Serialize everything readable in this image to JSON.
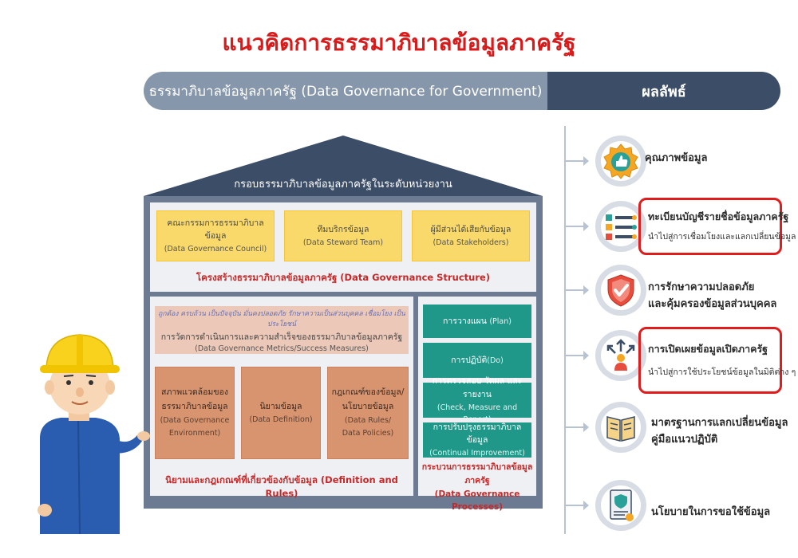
{
  "title": "แนวคิดการธรรมาภิบาลข้อมูลภาครัฐ",
  "header": {
    "left": "ธรรมาภิบาลข้อมูลภาครัฐ (Data Governance for Government)",
    "right": "ผลลัพธ์"
  },
  "house": {
    "roof": "กรอบธรรมาภิบาลข้อมูลภาครัฐในระดับหน่วยงาน",
    "structure": {
      "boxes": [
        {
          "th": "คณะกรรมการธรรมาภิบาลข้อมูล",
          "en": "(Data Governance Council)"
        },
        {
          "th": "ทีมบริกรข้อมูล",
          "en": "(Data Steward Team)"
        },
        {
          "th": "ผู้มีส่วนได้เสียกับข้อมูล",
          "en": "(Data Stakeholders)"
        }
      ],
      "caption": "โครงสร้างธรรมาภิบาลข้อมูลภาครัฐ (Data Governance Structure)"
    },
    "metrics": {
      "italic": "ถูกต้อง  ครบถ้วน  เป็นปัจจุบัน  มั่นคงปลอดภัย  รักษาความเป็นส่วนบุคคล  เชื่อมโยง  เป็นประโยชน์",
      "th": "การวัดการดำเนินการและความสำเร็จของธรรมาภิบาลข้อมูลภาครัฐ",
      "en": "(Data Governance Metrics/Success Measures)"
    },
    "definitions": {
      "boxes": [
        {
          "th1": "สภาพแวดล้อมของ",
          "th2": "ธรรมาภิบาลข้อมูล",
          "en1": "(Data Governance",
          "en2": "Environment)"
        },
        {
          "th1": "นิยามข้อมูล",
          "th2": "",
          "en1": "(Data Definition)",
          "en2": ""
        },
        {
          "th1": "กฎเกณฑ์ของข้อมูล/",
          "th2": "นโยบายข้อมูล",
          "en1": "(Data Rules/",
          "en2": "Data Policies)"
        }
      ],
      "caption": "นิยามและกฎเกณฑ์ที่เกี่ยวข้องกับข้อมูล (Definition and Rules)"
    },
    "processes": {
      "boxes": [
        {
          "th": "การวางแผน",
          "en": "(Plan)"
        },
        {
          "th": "การปฏิบัติ",
          "en": "(Do)"
        },
        {
          "th": "การตรวจสอบ วัดผล และรายงาน",
          "en": "(Check, Measure and Report)"
        },
        {
          "th": "การปรับปรุงธรรมาภิบาลข้อมูล",
          "en": "(Continual Improvement)"
        }
      ],
      "caption1": "กระบวนการธรรมาภิบาลข้อมูลภาครัฐ",
      "caption2": "(Data Governance Processes)"
    }
  },
  "outcomes": [
    {
      "title": "คุณภาพข้อมูล",
      "title2": "",
      "sub": "",
      "icon": "thumbs-up-badge-icon",
      "highlight": false
    },
    {
      "title": "ทะเบียนบัญชีรายชื่อข้อมูลภาครัฐ",
      "title2": "",
      "sub": "นำไปสู่การเชื่อมโยงและแลกเปลี่ยนข้อมูล",
      "icon": "network-list-icon",
      "highlight": true
    },
    {
      "title": "การรักษาความปลอดภัย",
      "title2": "และคุ้มครองข้อมูลส่วนบุคคล",
      "sub": "",
      "icon": "shield-check-icon",
      "highlight": false
    },
    {
      "title": "การเปิดเผยข้อมูลเปิดภาครัฐ",
      "title2": "",
      "sub": "นำไปสู่การใช้ประโยชน์ข้อมูลในมิติต่าง ๆ",
      "icon": "person-arrows-icon",
      "highlight": true
    },
    {
      "title": "มาตรฐานการแลกเปลี่ยนข้อมูล",
      "title2": "คู่มือแนวปฏิบัติ",
      "sub": "",
      "icon": "book-icon",
      "highlight": false
    },
    {
      "title": "นโยบายในการขอใช้ข้อมูล",
      "title2": "",
      "sub": "",
      "icon": "policy-document-icon",
      "highlight": false
    }
  ],
  "colors": {
    "title": "#d91a1a",
    "header_left": "#8797ab",
    "header_right": "#3c4d67",
    "house": "#6c7b92",
    "structure_box": "#fad96b",
    "metrics_box": "#ecc8b8",
    "definition_box": "#d8946f",
    "process_box": "#1f988a",
    "caption": "#c62828",
    "highlight": "#e01c1c"
  }
}
